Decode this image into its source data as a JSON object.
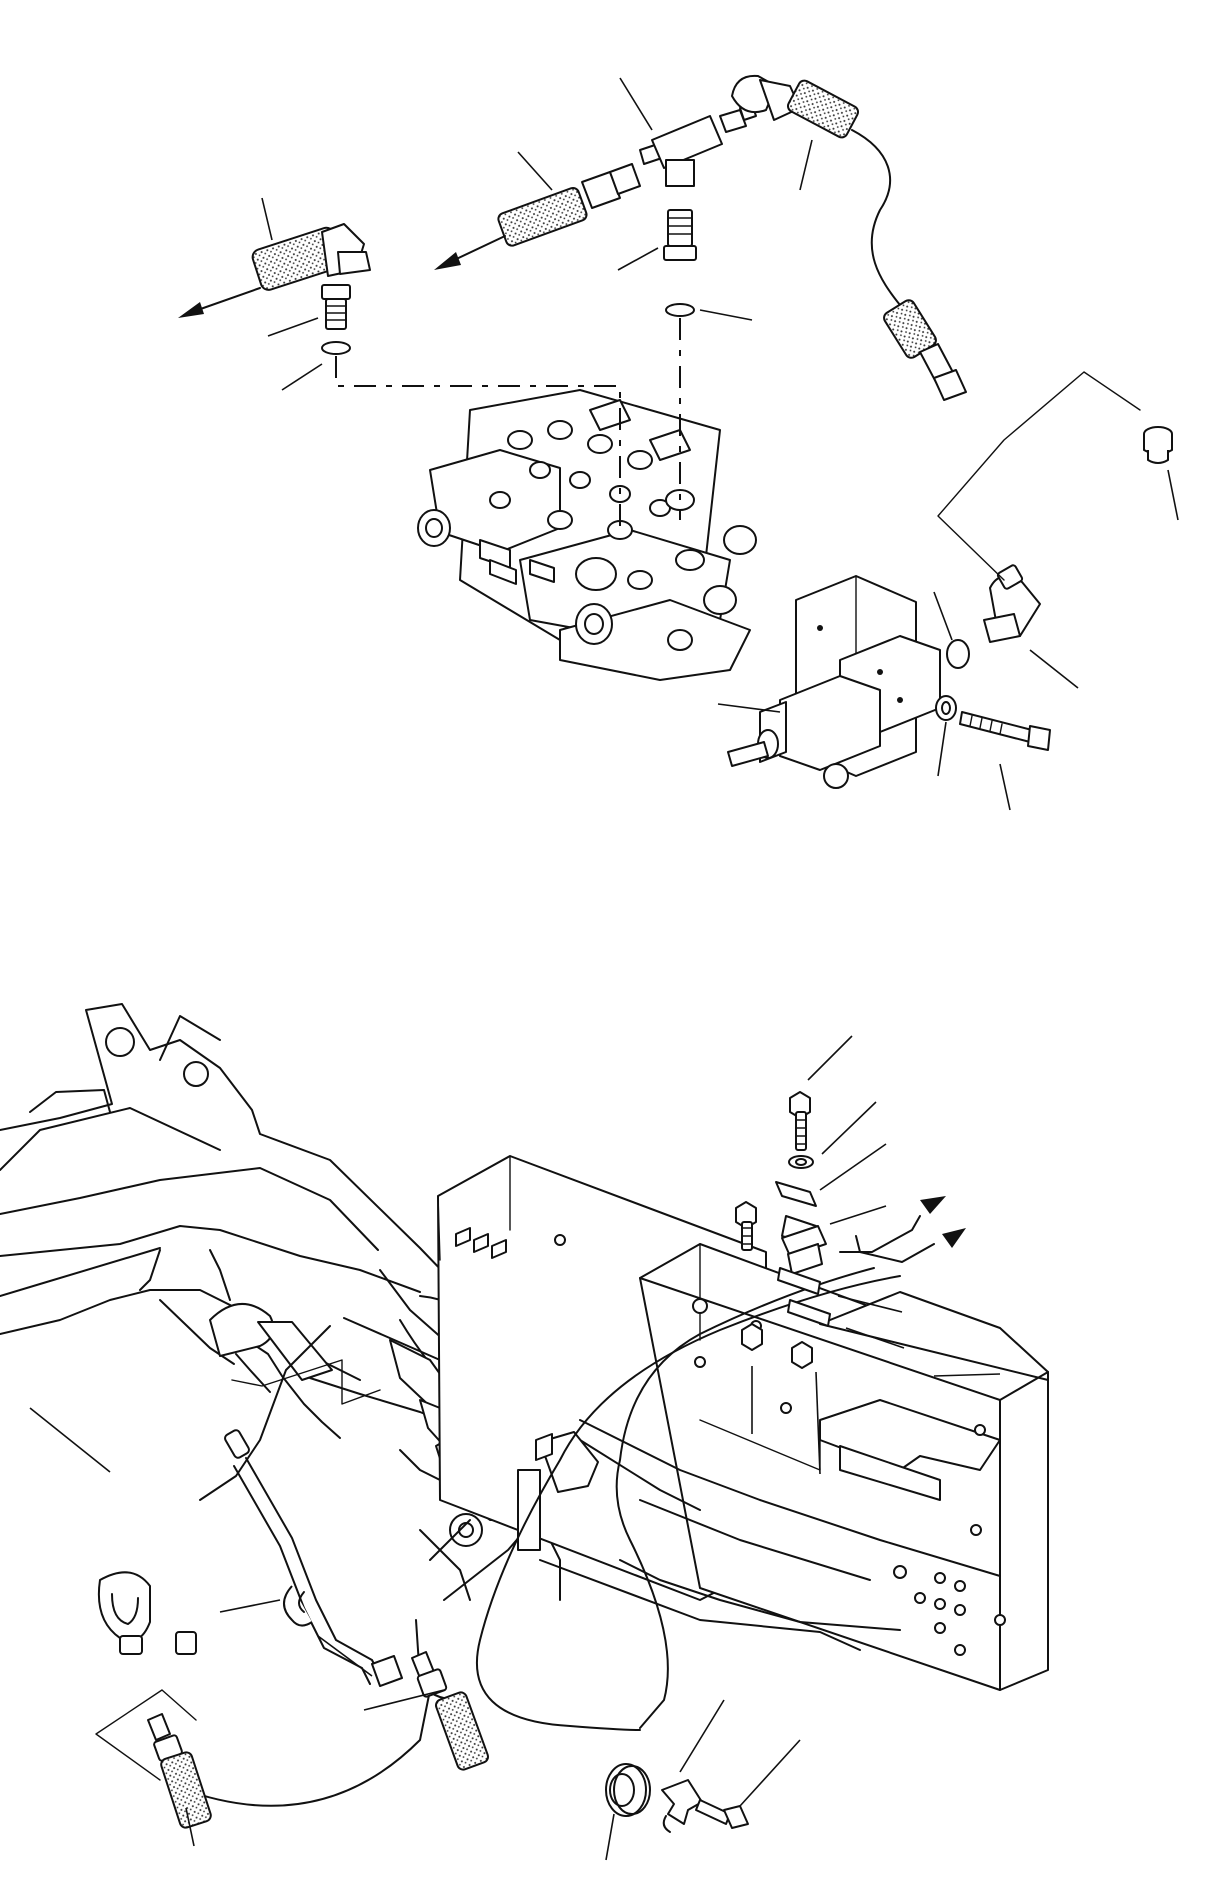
{
  "diagram": {
    "kind": "exploded parts illustration",
    "views": [
      "upper-assembly",
      "lower-assembly"
    ],
    "colors": {
      "ink": "#111111",
      "paper": "#ffffff"
    }
  }
}
